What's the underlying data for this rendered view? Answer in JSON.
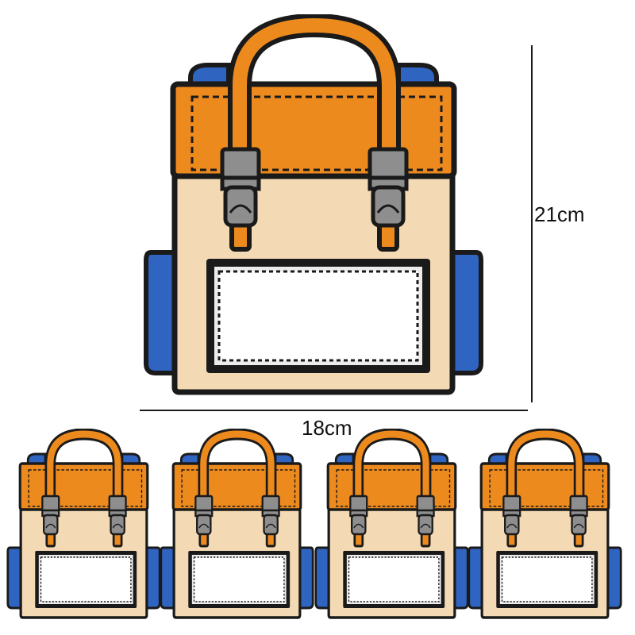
{
  "dimensions": {
    "height_label": "21cm",
    "width_label": "18cm"
  },
  "product": {
    "main_item": "backpack-bag",
    "thumbnail_count": 4
  },
  "colors": {
    "flap": "#ED8A1E",
    "body": "#F3D9B4",
    "side_panels": "#2F64C0",
    "buckle": "#8E8E8E",
    "outline": "#1A1A1A",
    "label_window": "#FFFFFF"
  }
}
